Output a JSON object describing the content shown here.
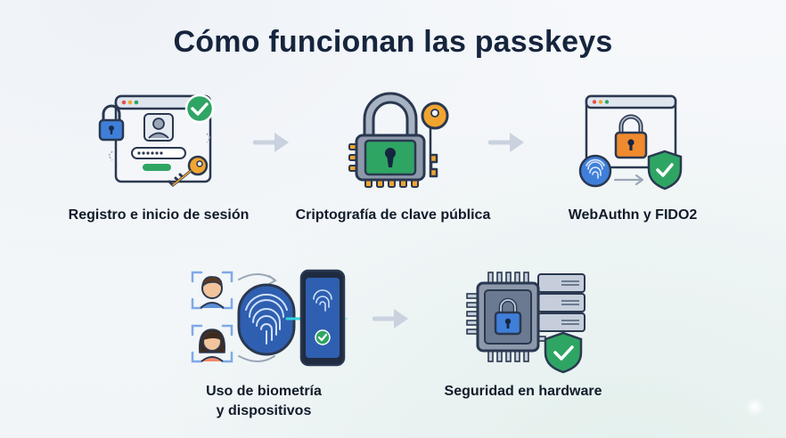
{
  "title": "Cómo funcionan las passkeys",
  "steps": [
    {
      "label": "Registro e inicio de sesión",
      "icon": "login-form-icon"
    },
    {
      "label": "Criptografía de clave pública",
      "icon": "padlock-key-icon"
    },
    {
      "label": "WebAuthn y FIDO2",
      "icon": "browser-lock-icon"
    },
    {
      "label_line1": "Uso de biometría",
      "label_line2": "y dispositivos",
      "icon": "fingerprint-phone-icon"
    },
    {
      "label": "Seguridad en hardware",
      "icon": "chip-server-icon"
    }
  ],
  "colors": {
    "navy": "#16253d",
    "blue": "#3f7fd9",
    "green": "#2fa564",
    "orange": "#f1a530",
    "arrow": "#c9d2de"
  }
}
